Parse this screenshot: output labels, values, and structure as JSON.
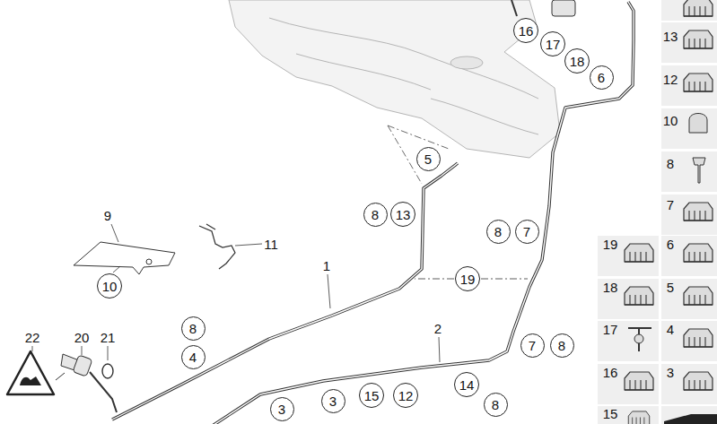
{
  "diagram": {
    "nodes": [
      {
        "text": [
          "16"
        ]
      },
      {
        "text": [
          "17"
        ]
      },
      {
        "text": [
          "18"
        ]
      },
      {
        "text": [
          "6"
        ]
      },
      {
        "text": [
          "5"
        ]
      },
      {
        "text": [
          "8"
        ]
      },
      {
        "text": [
          "13"
        ]
      },
      {
        "text": [
          "8"
        ]
      },
      {
        "text": [
          "7"
        ]
      },
      {
        "text": [
          "19"
        ]
      },
      {
        "text": [
          "10"
        ]
      },
      {
        "text": [
          "8"
        ]
      },
      {
        "text": [
          "7"
        ]
      },
      {
        "text": [
          "8"
        ]
      },
      {
        "text": [
          "4"
        ]
      },
      {
        "text": [
          "14"
        ]
      },
      {
        "text": [
          "15"
        ]
      },
      {
        "text": [
          "12"
        ]
      },
      {
        "text": [
          "3"
        ]
      },
      {
        "text": [
          "8"
        ]
      },
      {
        "text": [
          "3"
        ]
      }
    ],
    "labels": [
      "13",
      "12",
      "10",
      "8",
      "7",
      "9",
      "11",
      "19",
      "6",
      "1",
      "18",
      "5",
      "2",
      "17",
      "4",
      "22",
      "20",
      "21",
      "16",
      "3",
      "15"
    ]
  }
}
